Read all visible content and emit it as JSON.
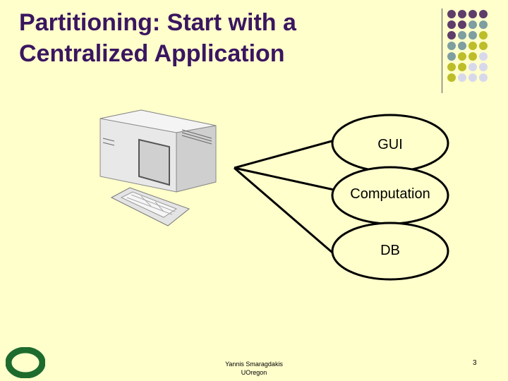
{
  "slide": {
    "title_line1": "Partitioning: Start with a",
    "title_line2": "Centralized Application",
    "nodes": [
      "GUI",
      "Computation",
      "DB"
    ],
    "footer_author": "Yannis Smaragdakis",
    "footer_org": "UOregon",
    "page_number": "3"
  },
  "colors": {
    "background": "#FFFFCC",
    "title": "#3A1660",
    "dot_purple": "#5E3D6A",
    "dot_teal": "#7E9EA0",
    "dot_olive": "#BDBD2A",
    "dot_lavender": "#D8D8EC",
    "logo_green": "#1E6B2E"
  },
  "icons": {
    "computer": "desktop-computer-icon",
    "logo": "uoregon-o-logo"
  }
}
